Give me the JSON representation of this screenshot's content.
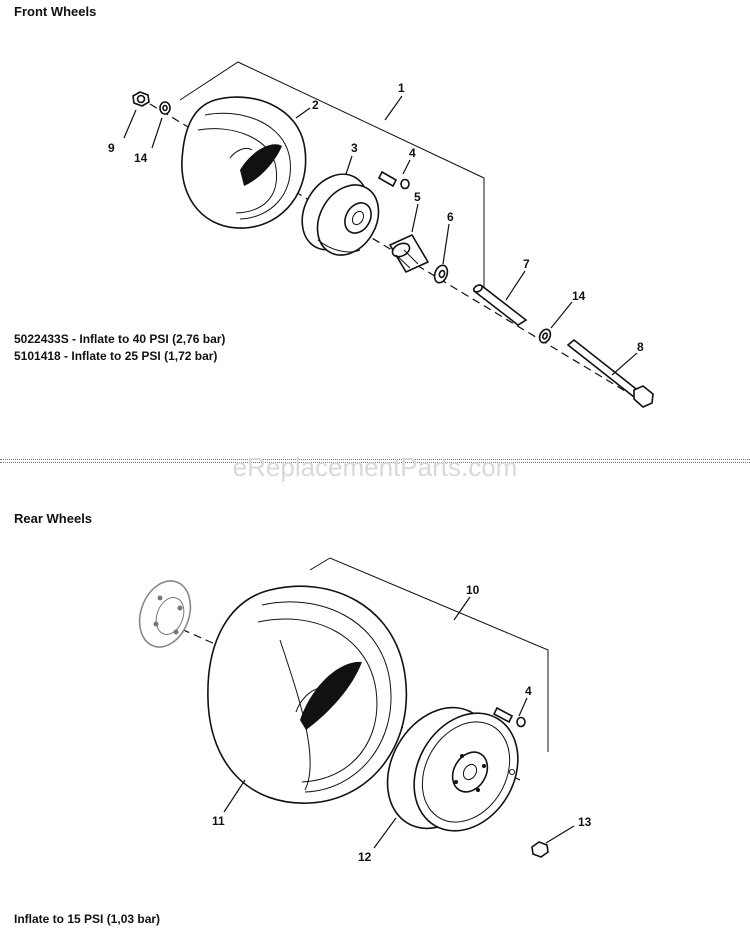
{
  "front": {
    "title": "Front Wheels",
    "notes": [
      "5022433S - Inflate to 40 PSI (2,76 bar)",
      "5101418 - Inflate to 25 PSI (1,72 bar)"
    ],
    "callouts": {
      "c1": "1",
      "c2": "2",
      "c3": "3",
      "c4": "4",
      "c5": "5",
      "c6": "6",
      "c7": "7",
      "c8": "8",
      "c9": "9",
      "c14a": "14",
      "c14b": "14"
    }
  },
  "rear": {
    "title": "Rear Wheels",
    "note": "Inflate to 15 PSI (1,03 bar)",
    "callouts": {
      "c10": "10",
      "c11": "11",
      "c12": "12",
      "c13": "13",
      "c4": "4"
    }
  },
  "watermark": "eReplacementParts.com"
}
